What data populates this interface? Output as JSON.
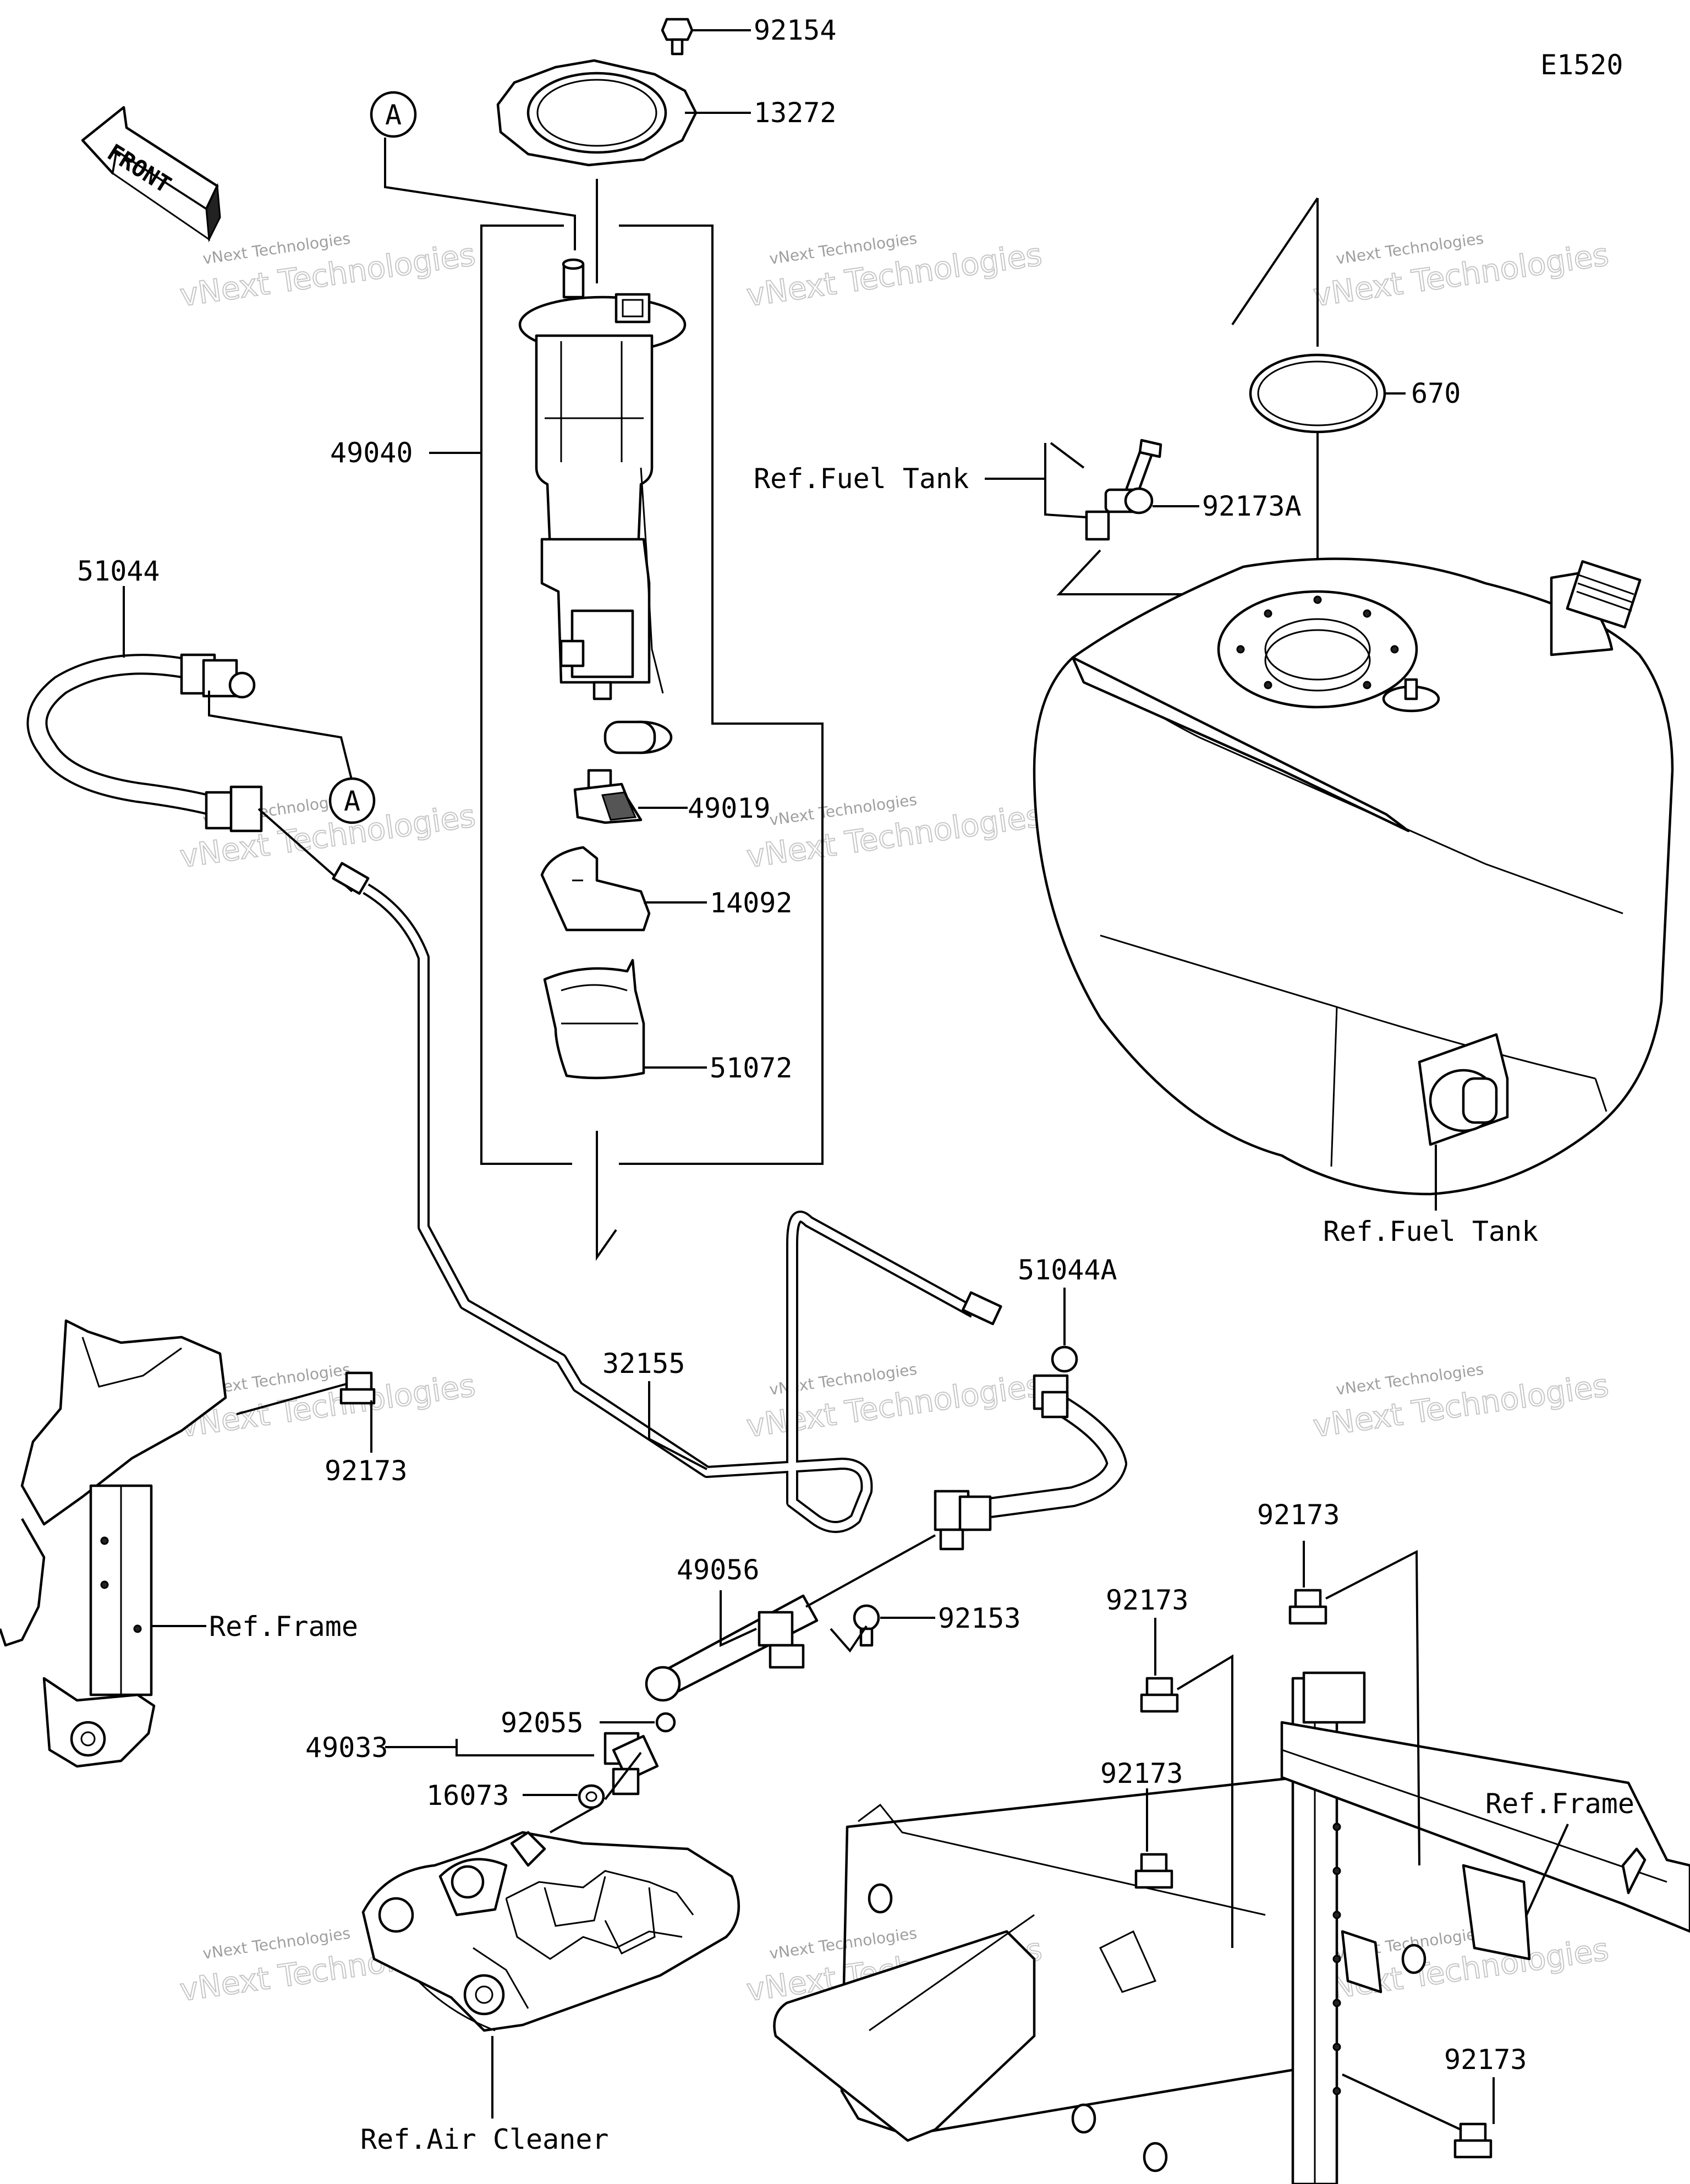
{
  "diagram_code": "E1520",
  "front_label": "FRONT",
  "callout_a": "A",
  "watermark": {
    "line1": "vNext Technologies",
    "line2": "vNext Technologies"
  },
  "parts": {
    "p92154": "92154",
    "p13272": "13272",
    "p49040": "49040",
    "p51044": "51044",
    "p49019": "49019",
    "p14092": "14092",
    "p51072": "51072",
    "p670": "670",
    "p92173A": "92173A",
    "p51044A": "51044A",
    "p32155": "32155",
    "p92173_1": "92173",
    "p49056": "49056",
    "p92153": "92153",
    "p92055": "92055",
    "p49033": "49033",
    "p16073": "16073",
    "p92173_2": "92173",
    "p92173_3": "92173",
    "p92173_4": "92173",
    "p92173_5": "92173"
  },
  "refs": {
    "fuel_tank_1": "Ref.Fuel Tank",
    "fuel_tank_2": "Ref.Fuel Tank",
    "frame_1": "Ref.Frame",
    "frame_2": "Ref.Frame",
    "air_cleaner": "Ref.Air Cleaner"
  }
}
